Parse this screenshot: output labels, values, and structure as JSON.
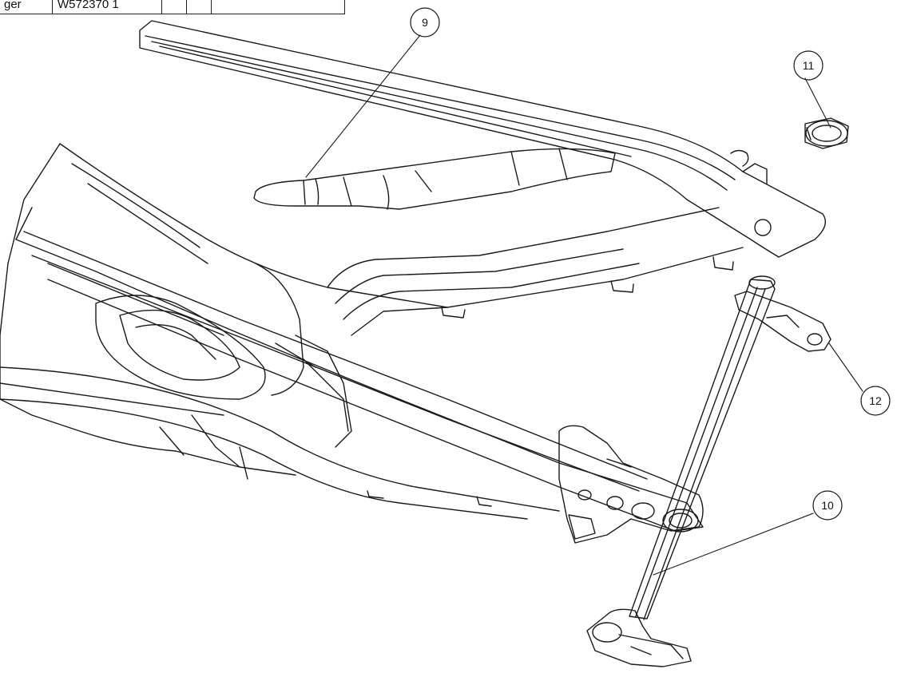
{
  "bom_row": {
    "name": "ger",
    "part_number": "W572370 1",
    "qty_a": "",
    "qty_b": "",
    "description": ""
  },
  "callouts": {
    "c9": "9",
    "c10": "10",
    "c11": "11",
    "c12": "12"
  },
  "colors": {
    "line": "#1a1a1a",
    "background": "#ffffff"
  }
}
